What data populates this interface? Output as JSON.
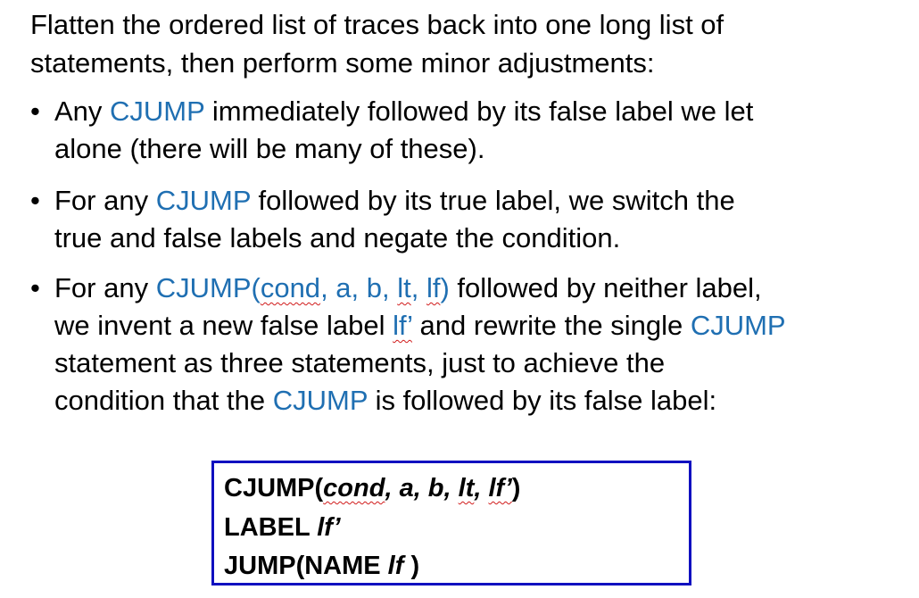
{
  "intro": {
    "line1": "Flatten the ordered list of traces back into one long list of",
    "line2": "statements, then perform some minor adjustments:"
  },
  "bullets": [
    {
      "kw": "CJUMP",
      "pre": "Any ",
      "post_line1": " immediately followed by its false label we let",
      "line2": "alone (there will be many of these)."
    },
    {
      "pre": "For any ",
      "kw": "CJUMP",
      "post_line1": " followed by its true label, we switch the",
      "line2": "true and false labels and negate the condition."
    },
    {
      "pre": "For any ",
      "kw_open": "CJUMP(",
      "kw_cond": "cond",
      "kw_mid": ", a, b, ",
      "kw_lt": "lt",
      "kw_sep": ", ",
      "kw_lf": "lf",
      "kw_close": ")",
      "post_line1": " followed by neither label,",
      "line2_pre": "we invent a new false label ",
      "line2_kw": "lf’",
      "line2_post": " and rewrite the single ",
      "line2_kw2": "CJUMP",
      "line3": "statement as three statements, just to achieve the",
      "line4_pre": "condition that the ",
      "line4_kw": "CJUMP",
      "line4_post": " is followed by its false label:"
    }
  ],
  "code": {
    "line1_open": "CJUMP(",
    "line1_cond": "cond",
    "line1_mid": ", a, b, ",
    "line1_lt": "lt",
    "line1_sep": ", ",
    "line1_lf": "lf’",
    "line1_close": ")",
    "line2_label": "LABEL ",
    "line2_lf": "lf’",
    "line3_open": "JUMP(NAME ",
    "line3_lf": "lf",
    "line3_close": " )"
  },
  "colors": {
    "keyword": "#1f6fb2",
    "box_border": "#1010c0",
    "spellcheck": "#d11a1a"
  }
}
